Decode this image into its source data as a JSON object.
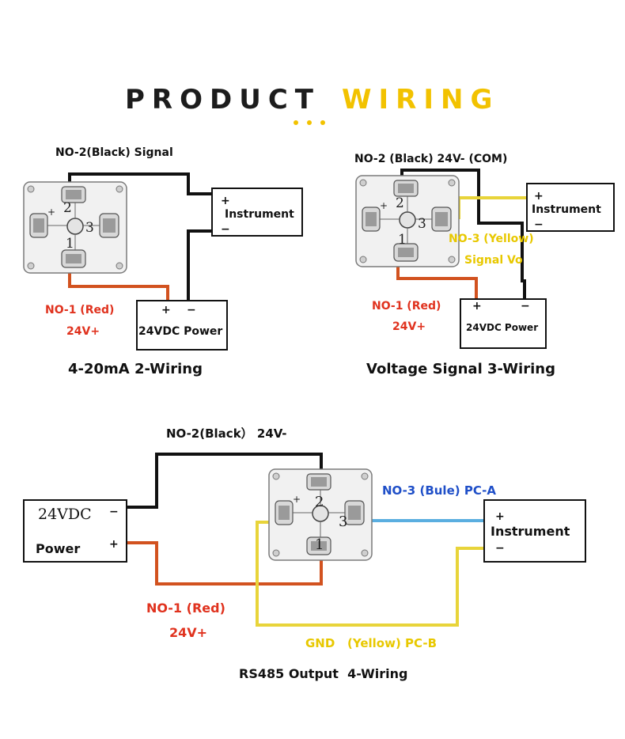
{
  "header": {
    "title_part1": "PRODUCT",
    "title_part2": "WIRING",
    "colors": {
      "dark": "#1c1c1c",
      "accent": "#f2c200"
    }
  },
  "terminal_numbers": {
    "n1": "1",
    "n2": "2",
    "n3": "3"
  },
  "diagram1": {
    "signal_label": "NO-2(Black) Signal",
    "instrument": "Instrument",
    "plus": "+",
    "minus": "−",
    "power": "24VDC Power",
    "red_label": "NO-1 (Red)",
    "red_voltage": "24V+",
    "caption": "4-20mA 2-Wiring"
  },
  "diagram2": {
    "black_label": "NO-2 (Black)  24V- (COM)",
    "instrument": "Instrument",
    "plus": "+",
    "minus": "−",
    "yellow_label": "NO-3 (Yellow)",
    "yellow_sub": "Signal Vo",
    "red_label": "NO-1 (Red)",
    "red_voltage": "24V+",
    "power": "24VDC Power",
    "caption": "Voltage Signal 3-Wiring"
  },
  "diagram3": {
    "black_label": "NO-2(Black） 24V-",
    "power_top": "24VDC",
    "power_bottom": "Power",
    "minus": "−",
    "plus": "+",
    "blue_label": "NO-3 (Bule) PC-A",
    "instrument": "Instrument",
    "red_label": "NO-1 (Red)",
    "red_voltage": "24V+",
    "gnd_label": "GND   (Yellow) PC-B",
    "caption": "RS485 Output  4-Wiring"
  },
  "wire_colors": {
    "black": "#111111",
    "red": "#d2521f",
    "yellow": "#e8d43a",
    "blue": "#5aaee0"
  },
  "label_colors": {
    "red": "#e0321e",
    "yellow": "#e8c800",
    "blue": "#1f4fc8"
  }
}
